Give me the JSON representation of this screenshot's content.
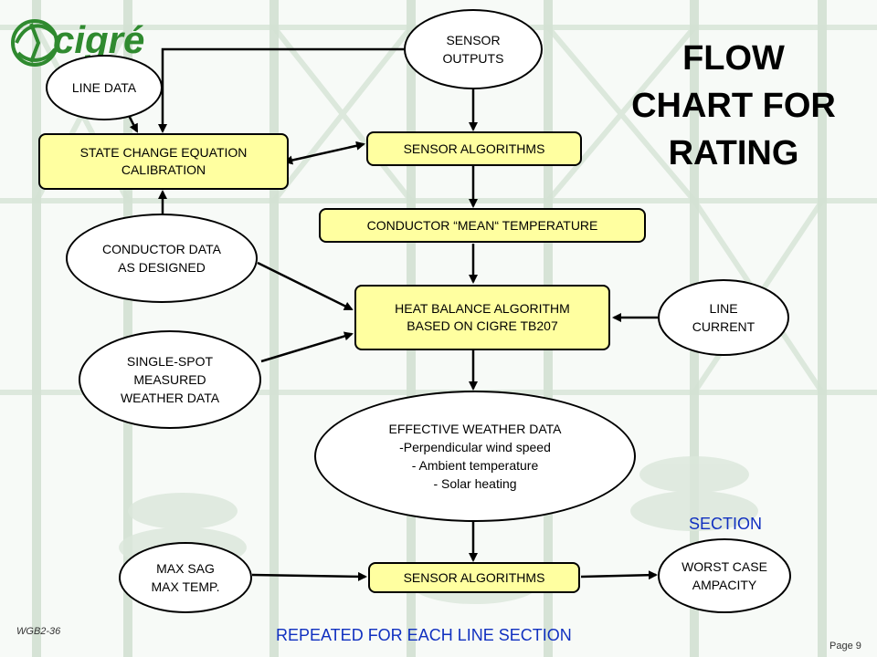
{
  "logo": {
    "text": "cigré"
  },
  "title": {
    "line1": "FLOW",
    "line2": "CHART FOR",
    "line3": "RATING"
  },
  "nodes": {
    "line_data": "LINE DATA",
    "sensor_outputs": [
      "SENSOR",
      "OUTPUTS"
    ],
    "state_change": [
      "STATE CHANGE EQUATION",
      "CALIBRATION"
    ],
    "sensor_algorithms_top": "SENSOR  ALGORITHMS",
    "conductor_mean_temp": "CONDUCTOR “MEAN“ TEMPERATURE",
    "conductor_data": [
      "CONDUCTOR DATA",
      "AS DESIGNED"
    ],
    "heat_balance": [
      "HEAT BALANCE ALGORITHM",
      "BASED ON CIGRE TB207"
    ],
    "line_current": [
      "LINE",
      "CURRENT"
    ],
    "single_spot": [
      "SINGLE-SPOT",
      "MEASURED",
      "WEATHER DATA"
    ],
    "effective_weather": [
      "EFFECTIVE WEATHER DATA",
      "-Perpendicular wind speed",
      "- Ambient temperature",
      "- Solar heating"
    ],
    "max_sag": [
      "MAX SAG",
      "MAX TEMP."
    ],
    "sensor_algorithms_bottom": "SENSOR  ALGORITHMS",
    "worst_case": [
      "WORST CASE",
      "AMPACITY"
    ]
  },
  "labels": {
    "section": "SECTION",
    "repeated": "REPEATED FOR EACH LINE SECTION",
    "doc_id": "WGB2-36",
    "page": "Page 9"
  },
  "colors": {
    "box_fill": "#ffffa0",
    "label_blue": "#1030c0",
    "logo_green": "#2f8a2f",
    "background_green": "#1f6a28"
  }
}
